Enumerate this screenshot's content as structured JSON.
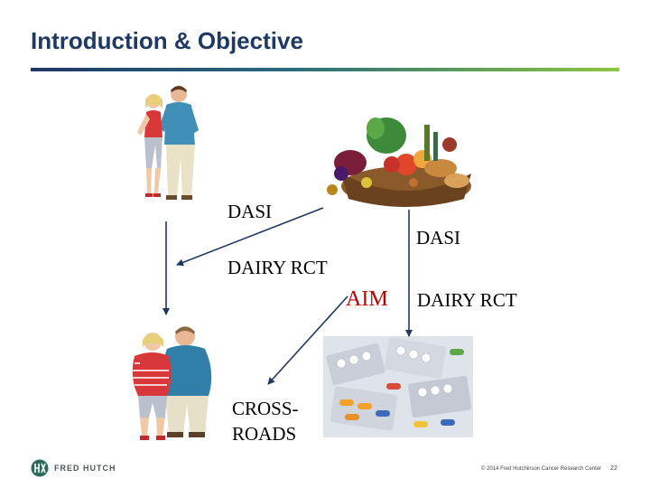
{
  "slide": {
    "title": "Introduction & Objective",
    "accent_colors": {
      "rule_start": "#1f3864",
      "rule_end": "#8dc63f",
      "aim": "#c00000",
      "arrow": "#1f3864"
    }
  },
  "labels": {
    "dasi_left": "DASI",
    "dasi_right": "DASI",
    "dairy_left": "DAIRY RCT",
    "aim": "AIM",
    "dairy_right": "DAIRY RCT",
    "crossroads_line1": "CROSS-",
    "crossroads_line2": "ROADS"
  },
  "images": {
    "healthy_couple": "healthy-couple-illustration",
    "food_basket": "food-basket-photo",
    "overweight_couple": "overweight-couple-illustration",
    "pills": "pills-photo"
  },
  "footer": {
    "logo_text": "FRED HUTCH",
    "copyright": "© 2014 Fred Hutchinson Cancer Research Center",
    "page_number": "22"
  }
}
